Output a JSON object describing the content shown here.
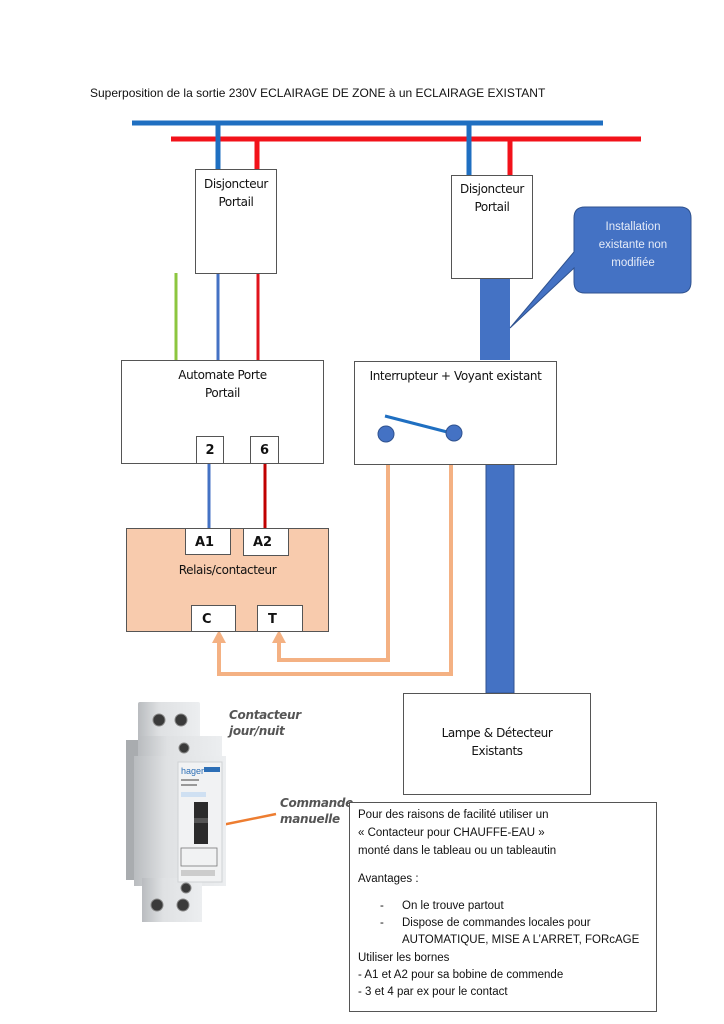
{
  "title": "Superposition de la sortie 230V ECLAIRAGE DE ZONE  à un ECLAIRAGE EXISTANT",
  "colors": {
    "neutral_bus": "#1f6fc1",
    "phase_bus": "#f2121a",
    "earth_wire": "#8cc63f",
    "existing_cable": "#4472c4",
    "relay_fill": "#f8cbad",
    "control_wire": "#f4b183",
    "callout": "#4472c4"
  },
  "boxes": {
    "breaker_left": {
      "line1": "Disjoncteur",
      "line2": "Portail"
    },
    "breaker_right": {
      "line1": "Disjoncteur",
      "line2": "Portail"
    },
    "gate_controller": {
      "line1": "Automate Porte",
      "line2": "Portail",
      "terminals": [
        "2",
        "6"
      ]
    },
    "switch": {
      "label": "Interrupteur + Voyant existant"
    },
    "relay": {
      "label": "Relais/contacteur",
      "coil_terminals": [
        "A1",
        "A2"
      ],
      "contact_terminals": [
        "C",
        "T"
      ]
    },
    "lamp": {
      "line1": "Lampe & Détecteur",
      "line2": "Existants"
    }
  },
  "callout": {
    "line1": "Installation",
    "line2": "existante non",
    "line3": "modifiée"
  },
  "product_image": {
    "brand": "hager",
    "caption_top_line1": "Contacteur",
    "caption_top_line2": "jour/nuit",
    "caption_side_line1": "Commande",
    "caption_side_line2": "manuelle"
  },
  "info_box": {
    "line1": "Pour des raisons de facilité utiliser un",
    "line2": "« Contacteur pour CHAUFFE-EAU »",
    "line3": "monté dans le tableau ou un tableautin",
    "advantages_title": "Avantages :",
    "bullets": [
      "On le trouve partout",
      "Dispose de commandes locales pour",
      "AUTOMATIQUE, MISE A L’ARRET, FORcAGE"
    ],
    "bullet_marker": "-",
    "terminals_title": "Utiliser les bornes",
    "terminal_line1": "- A1 et A2 pour sa bobine de commende",
    "terminal_line2": "- 3 et 4 par ex pour le contact"
  }
}
